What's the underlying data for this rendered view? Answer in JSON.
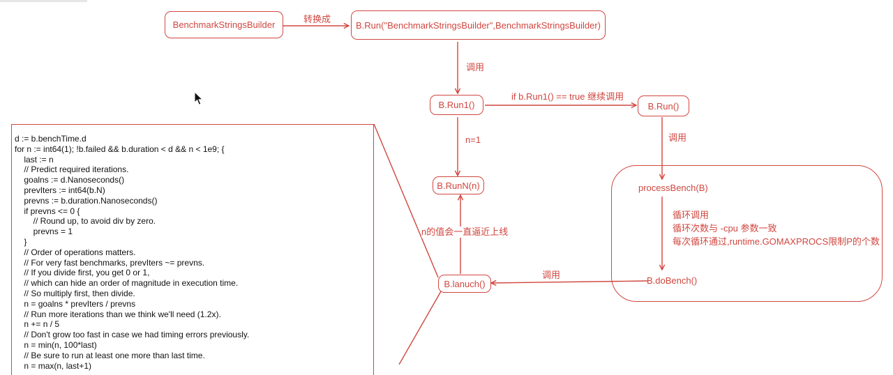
{
  "colors": {
    "accent": "#d0463f",
    "text": "#111111",
    "background": "#ffffff"
  },
  "nodes": {
    "benchmark_strings_builder": "BenchmarkStringsBuilder",
    "b_run_full": "B.Run(\"BenchmarkStringsBuilder\",BenchmarkStringsBuilder)",
    "b_run1": "B.Run1()",
    "b_run": "B.Run()",
    "b_runn": "B.RunN(n)",
    "process_bench": "processBench(B)",
    "b_lanuch": "B.lanuch()",
    "b_dobench": "B.doBench()"
  },
  "edge_labels": {
    "convert": "转换成",
    "call_1": "调用",
    "if_run1_true": "if b.Run1() == true 继续调用",
    "call_2": "调用",
    "n_equals_1": "n=1",
    "n_approaches_limit": "n的值会一直逼近上线",
    "call_3": "调用"
  },
  "process_notes": [
    "循环调用",
    "循环次数与 -cpu 参数一致",
    "每次循环通过,runtime.GOMAXPROCS限制P的个数"
  ],
  "code_lines": [
    "d := b.benchTime.d",
    "for n := int64(1); !b.failed && b.duration < d && n < 1e9; {",
    "\tlast := n",
    "\t// Predict required iterations.",
    "\tgoalns := d.Nanoseconds()",
    "\tprevIters := int64(b.N)",
    "\tprevns := b.duration.Nanoseconds()",
    "\tif prevns <= 0 {",
    "\t\t// Round up, to avoid div by zero.",
    "\t\tprevns = 1",
    "\t}",
    "\t// Order of operations matters.",
    "\t// For very fast benchmarks, prevIters ~= prevns.",
    "\t// If you divide first, you get 0 or 1,",
    "\t// which can hide an order of magnitude in execution time.",
    "\t// So multiply first, then divide.",
    "\tn = goalns * prevIters / prevns",
    "\t// Run more iterations than we think we'll need (1.2x).",
    "\tn += n / 5",
    "\t// Don't grow too fast in case we had timing errors previously.",
    "\tn = min(n, 100*last)",
    "\t// Be sure to run at least one more than last time.",
    "\tn = max(n, last+1)"
  ],
  "icons": {
    "cursor": "mouse-pointer-icon"
  }
}
